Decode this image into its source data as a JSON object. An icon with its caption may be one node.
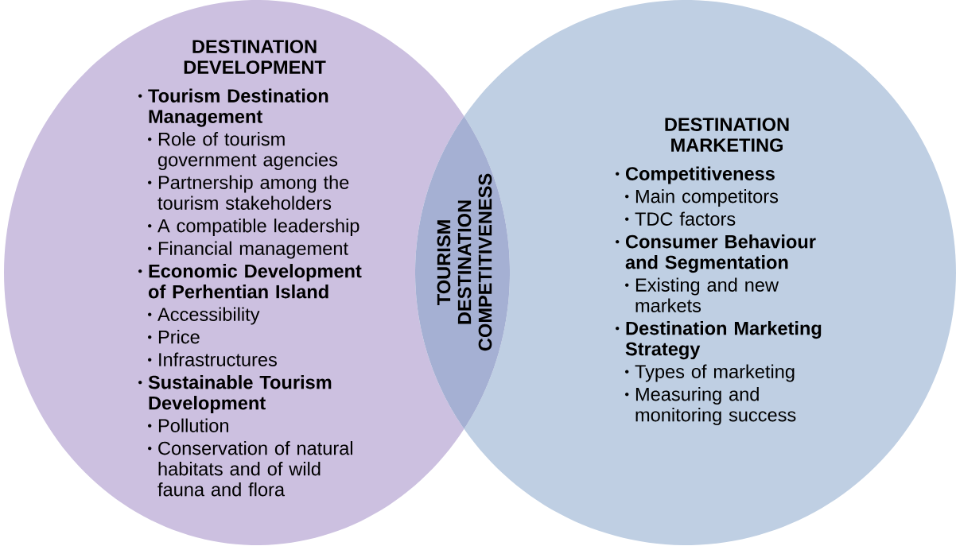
{
  "diagram": {
    "nodes": [
      {
        "text": [
          "DESTINATION DEVELOPMENT",
          "Tourism Destination Management",
          "Role of tourism government agencies",
          "Partnership among the tourism stakeholders",
          "A compatible leadership",
          "Financial management",
          "Economic Development of Perhentian Island",
          "Accessibility",
          "Price",
          "Infrastructures",
          "Sustainable Tourism Development",
          "Pollution",
          "Conservation of natural habitats and of wild fauna and flora"
        ]
      },
      {
        "text": [
          "TOURISM DESTINATION COMPETITIVENESS"
        ]
      },
      {
        "text": [
          "DESTINATION MARKETING",
          "Competitiveness",
          "Main competitors",
          "TDC factors",
          "Consumer Behaviour and Segmentation",
          "Existing and new markets",
          "Destination Marketing Strategy",
          "Types of marketing",
          "Measuring and monitoring success"
        ]
      }
    ]
  }
}
